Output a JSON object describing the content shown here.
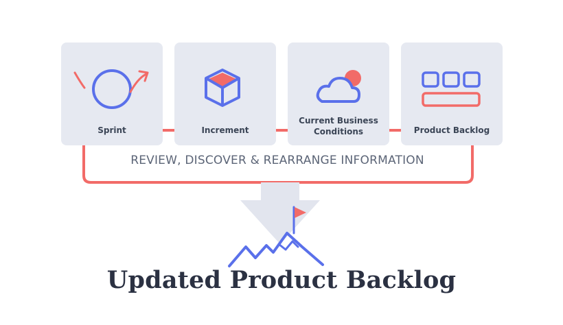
{
  "cards": [
    {
      "label": "Sprint",
      "icon": "sprint-cycle-icon"
    },
    {
      "label": "Increment",
      "icon": "cube-icon"
    },
    {
      "label_line1": "Current Business",
      "label_line2": "Conditions",
      "icon": "cloud-sun-icon"
    },
    {
      "label": "Product Backlog",
      "icon": "backlog-blocks-icon"
    }
  ],
  "review_text": "REVIEW, DISCOVER & REARRANGE INFORMATION",
  "result_title": "Updated Product Backlog",
  "result_icon": "mountain-flag-icon",
  "arrow_icon": "down-arrow-icon",
  "colors": {
    "card_bg": "#e6e9f1",
    "accent_blue": "#5a70ea",
    "accent_coral": "#f26b68",
    "text_dark": "#2b3142",
    "text_label": "#3b4556",
    "arrow_fill": "#e2e5ee"
  }
}
